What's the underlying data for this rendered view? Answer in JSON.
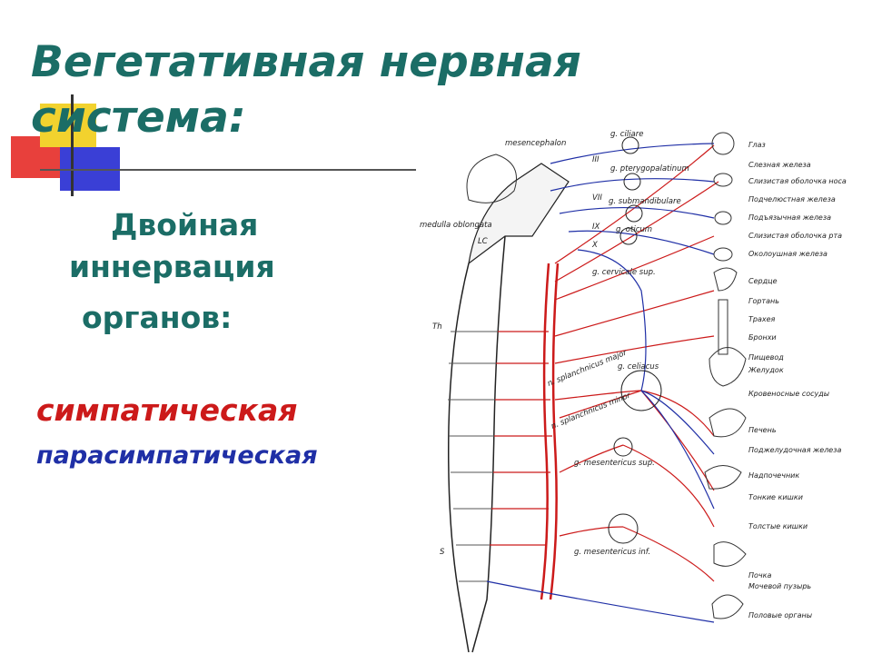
{
  "slide": {
    "title": "Вегетативная нервная система:",
    "subtitle_line1": "Двойная",
    "subtitle_line2": "иннервация",
    "subtitle_line3": "органов:",
    "legend_sympathetic": "симпатическая",
    "legend_parasympathetic": "парасимпатическая"
  },
  "colors": {
    "title": "#1b6d66",
    "sympathetic": "#cc1a1a",
    "parasympathetic": "#1f2fa6",
    "deco_red": "#e8403c",
    "deco_yellow": "#f2d22e",
    "deco_blue": "#3a3fd6"
  },
  "diagram": {
    "cns_labels": {
      "mesencephalon": "mesencephalon",
      "medulla": "medulla oblongata",
      "lc": "LC",
      "th": "Th",
      "s": "S",
      "iii": "III",
      "vii": "VII",
      "ix": "IX",
      "x": "X"
    },
    "ganglia": {
      "ciliare": "g. ciliare",
      "pterygopalatinum": "g. pterygopalatinum",
      "submandibulare": "g. submandibulare",
      "oticum": "g. oticum",
      "cervicale": "g. cervicale sup.",
      "celiacus": "g. celiacus",
      "splanchnicus_major": "n. splanchnicus major",
      "splanchnicus_minor": "n. splanchnicus minor",
      "mesentericus_sup": "g. mesentericus sup.",
      "mesentericus_inf": "g. mesentericus inf."
    },
    "organs": [
      "Глаз",
      "Слезная железа",
      "Слизистая оболочка носа",
      "Подчелюстная железа",
      "Подъязычная железа",
      "Слизистая оболочка рта",
      "Околоушная железа",
      "Сердце",
      "Гортань",
      "Трахея",
      "Бронхи",
      "Пищевод",
      "Желудок",
      "Кровеносные сосуды",
      "Печень",
      "Поджелудочная железа",
      "Надпочечник",
      "Тонкие кишки",
      "Толстые кишки",
      "Почка",
      "Мочевой пузырь",
      "Половые органы"
    ]
  }
}
